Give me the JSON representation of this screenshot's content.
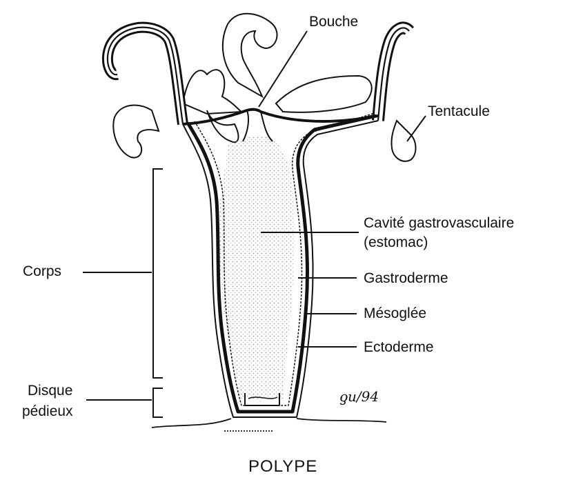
{
  "diagram": {
    "labels": {
      "bouche": "Bouche",
      "tentacule": "Tentacule",
      "cavite_line1": "Cavité gastrovasculaire",
      "cavite_line2": "(estomac)",
      "gastroderme": "Gastroderme",
      "mesoglee": "Mésoglée",
      "ectoderme": "Ectoderme",
      "corps": "Corps",
      "disque_line1": "Disque",
      "disque_line2": "pédieux"
    },
    "signature": "ƍu/94",
    "title": "POLYPE"
  },
  "colors": {
    "ink": "#111111",
    "stipple": "#9a9a9a"
  }
}
